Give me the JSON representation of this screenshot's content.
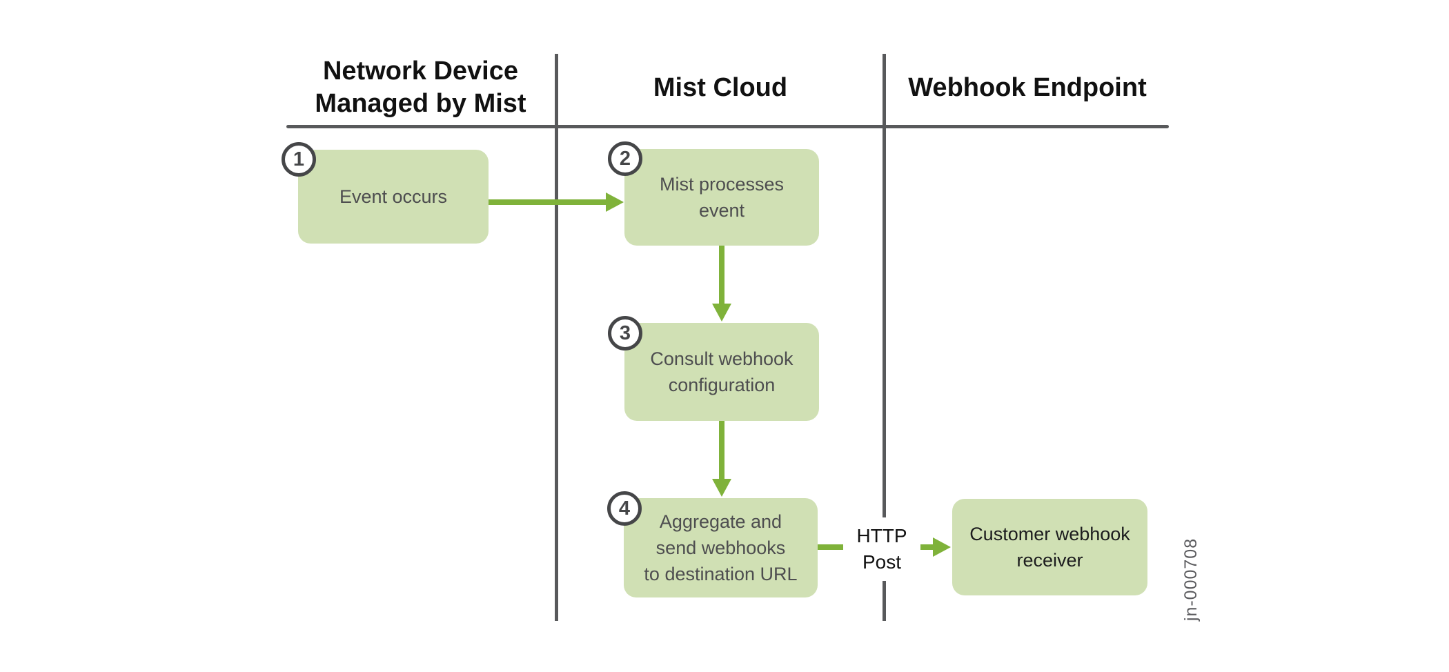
{
  "figure": {
    "type": "flow-diagram",
    "watermark": "jn-000708"
  },
  "colors": {
    "box_fill": "#d0e0b4",
    "arrow_green": "#7fb23a",
    "rule_gray": "#58595b",
    "box_text_gray": "#4d4d4f",
    "heading_black": "#111111",
    "badge_stroke": "#454648",
    "background": "#ffffff"
  },
  "lanes": [
    {
      "title_lines": [
        "Network Device",
        "Managed by Mist"
      ]
    },
    {
      "title_lines": [
        "Mist Cloud"
      ]
    },
    {
      "title_lines": [
        "Webhook Endpoint"
      ]
    }
  ],
  "steps": [
    {
      "number": "1",
      "lines": [
        "Event occurs"
      ]
    },
    {
      "number": "2",
      "lines": [
        "Mist processes",
        "event"
      ]
    },
    {
      "number": "3",
      "lines": [
        "Consult webhook",
        "configuration"
      ]
    },
    {
      "number": "4",
      "lines": [
        "Aggregate and",
        "send webhooks",
        "to destination URL"
      ]
    }
  ],
  "receiver": {
    "lines": [
      "Customer webhook",
      "receiver"
    ]
  },
  "http_label": {
    "lines": [
      "HTTP",
      "Post"
    ]
  }
}
